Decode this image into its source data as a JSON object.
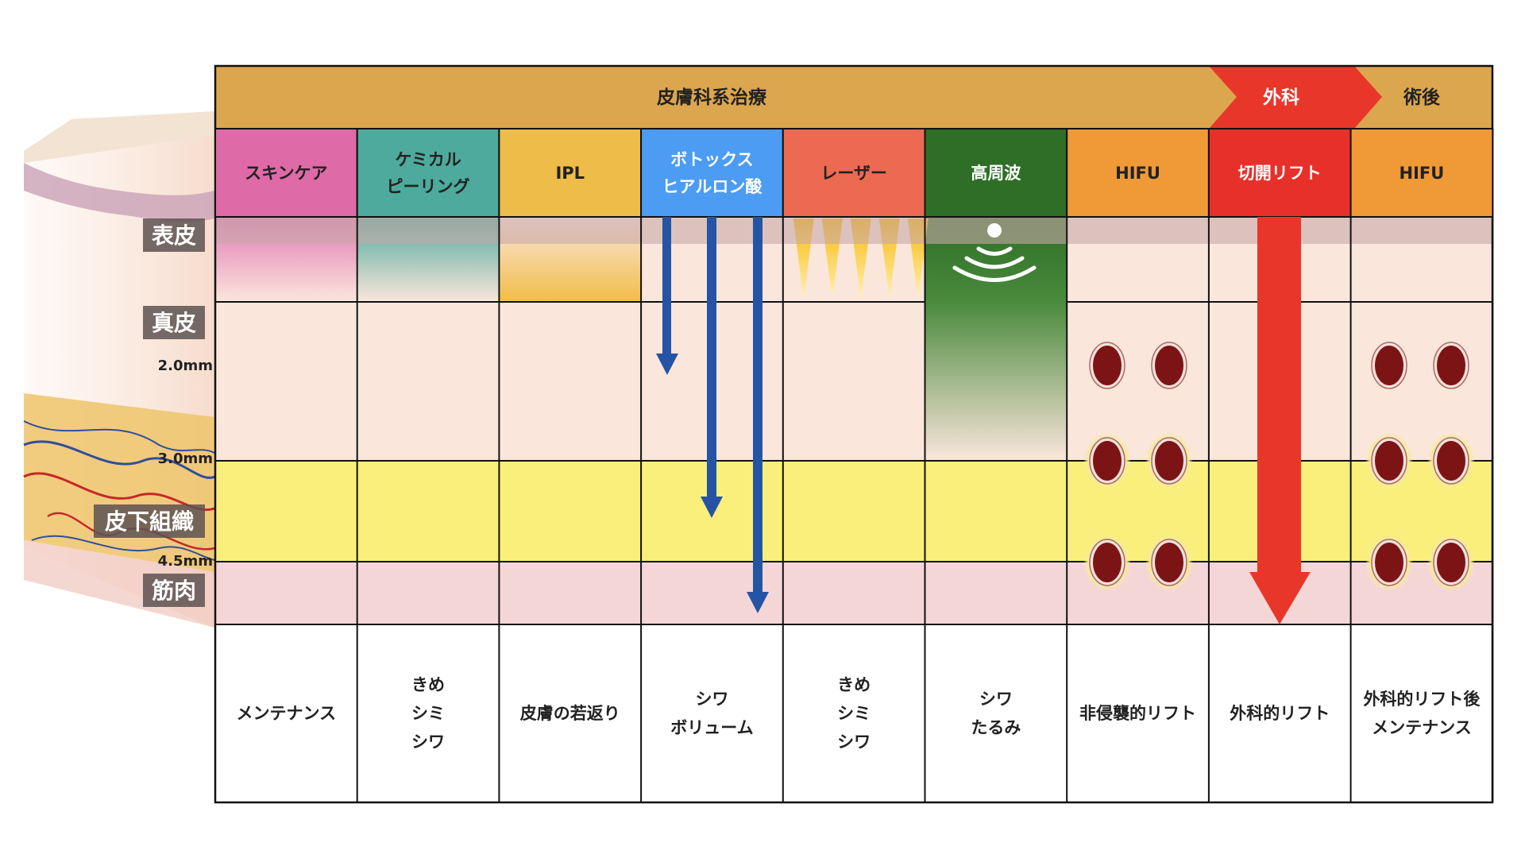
{
  "header": {
    "dermatology_label": "皮膚科系治療",
    "surgery_label": "外科",
    "postop_label": "術後"
  },
  "columns": [
    {
      "name": "スキンケア",
      "effect": [
        "メンテナンス"
      ]
    },
    {
      "name": [
        "ケミカル",
        "ピーリング"
      ],
      "effect": [
        "きめ",
        "シミ",
        "シワ"
      ]
    },
    {
      "name": "IPL",
      "effect": [
        "皮膚の若返り"
      ]
    },
    {
      "name": [
        "ボトックス",
        "ヒアルロン酸"
      ],
      "effect": [
        "シワ",
        "ボリューム"
      ]
    },
    {
      "name": "レーザー",
      "effect": [
        "きめ",
        "シミ",
        "シワ"
      ]
    },
    {
      "name": "高周波",
      "effect": [
        "シワ",
        "たるみ"
      ]
    },
    {
      "name": "HIFU",
      "effect": [
        "非侵襲的リフト"
      ]
    },
    {
      "name": "切開リフト",
      "effect": [
        "外科的リフト"
      ]
    },
    {
      "name": "HIFU",
      "effect": [
        "外科的リフト後",
        "メンテナンス"
      ]
    }
  ],
  "layers": {
    "epidermis": "表皮",
    "dermis": "真皮",
    "subcutaneous": "皮下組織",
    "muscle": "筋肉"
  },
  "depths": [
    "2.0mm",
    "3.0mm",
    "4.5mm"
  ],
  "colors": {
    "header_band": "#dba64d",
    "surgery_red": "#e8372a",
    "skincare": "#df6aa8",
    "chemical": "#4daa9c",
    "ipl": "#eebc48",
    "botox": "#4c9cf4",
    "laser": "#ec6a52",
    "rf": "#2e6e27",
    "hifu": "#ef9937",
    "incision": "#e8302a",
    "dermis_bg": "#fbe6dc",
    "subcut_bg": "#f9ef7a",
    "muscle_bg": "#f5d6d7",
    "botox_arrow": "#2554a4",
    "dot": "#7c1416"
  },
  "icons": [
    "skin-cross-section-illustration",
    "radio-wave-icon",
    "needle-cone-icon",
    "down-arrow-icon",
    "hifu-focal-point-icon"
  ]
}
